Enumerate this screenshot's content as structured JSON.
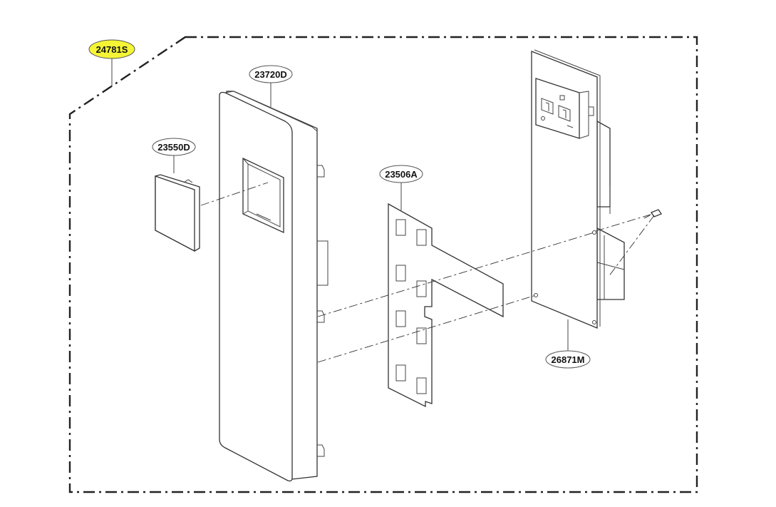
{
  "colors": {
    "assembly_callout_fill": "#f5f536",
    "callout_fill": "#ffffff",
    "line": "#333333"
  },
  "callouts": {
    "assembly": "24781S",
    "front_panel": "23720D",
    "button_cap": "23550D",
    "spacer_sheet": "23506A",
    "pcb_assembly": "26871M"
  }
}
